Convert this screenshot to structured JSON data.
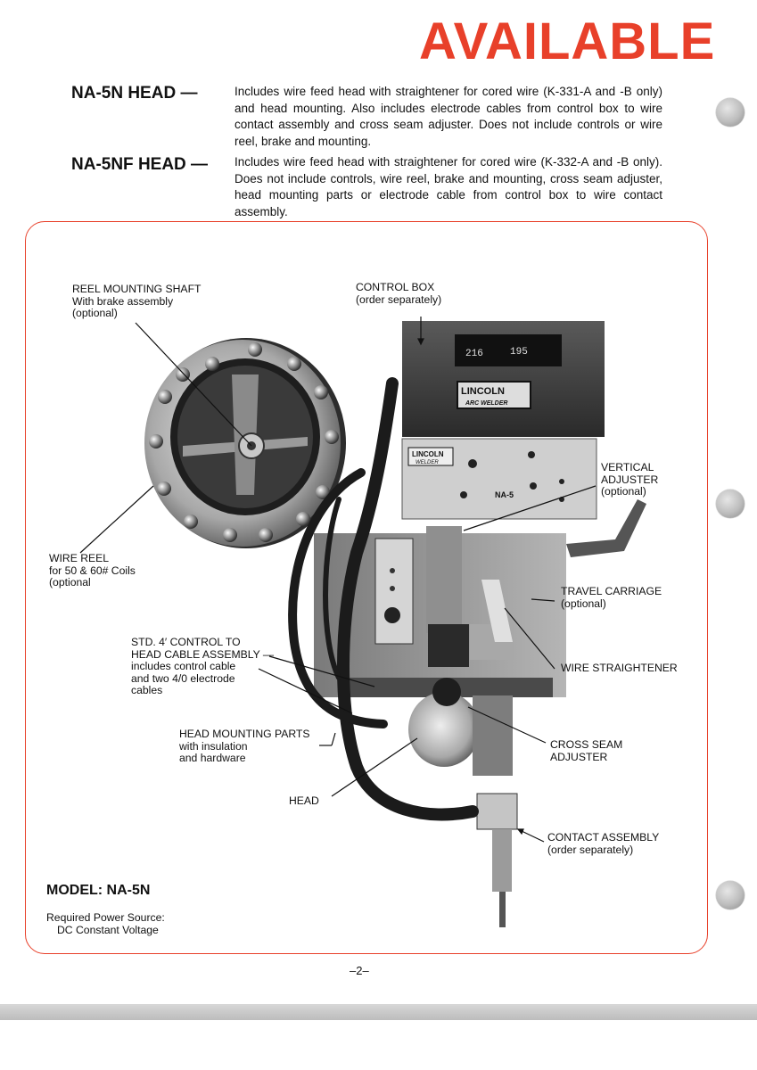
{
  "header": {
    "title": "AVAILABLE"
  },
  "heads": [
    {
      "label": "NA-5N HEAD —",
      "description": "Includes wire feed head with straightener for cored wire (K-331-A and -B only) and head mounting. Also includes electrode cables from control box to wire contact assembly and cross seam adjuster. Does not include controls or wire reel, brake and mounting."
    },
    {
      "label": "NA-5NF HEAD —",
      "description": "Includes wire feed head with straightener for cored wire (K-332-A and -B only). Does not include controls, wire reel, brake and mounting, cross seam adjuster, head mounting parts or electrode cable from control box to wire contact assembly."
    }
  ],
  "photo": {
    "display_left": "216",
    "display_right": "195",
    "brand": "LINCOLN",
    "brand_sub": "ARC WELDER",
    "brand2": "LINCOLN",
    "brand2_sub": "WELDER",
    "model_plate": "NA-5"
  },
  "callouts": {
    "reel_shaft": [
      "REEL MOUNTING SHAFT",
      "With brake assembly",
      "(optional)"
    ],
    "control_box": [
      "CONTROL BOX",
      "(order separately)"
    ],
    "vertical_adjuster": [
      "VERTICAL",
      "ADJUSTER",
      "(optional)"
    ],
    "wire_reel": [
      "WIRE REEL",
      "for 50 & 60# Coils",
      "(optional"
    ],
    "travel_carriage": [
      "TRAVEL CARRIAGE",
      "(optional)"
    ],
    "cable_assembly": [
      "STD. 4′ CONTROL TO",
      "HEAD CABLE ASSEMBLY —",
      "includes control cable",
      "and two 4/0 electrode",
      "cables"
    ],
    "wire_straightener": [
      "WIRE STRAIGHTENER"
    ],
    "head_mounting": [
      "HEAD MOUNTING PARTS",
      "with insulation",
      "and hardware"
    ],
    "cross_seam": [
      "CROSS SEAM",
      "ADJUSTER"
    ],
    "head": [
      "HEAD"
    ],
    "contact_assembly": [
      "CONTACT ASSEMBLY",
      "(order separately)"
    ]
  },
  "model": {
    "label": "MODEL: NA-5N",
    "power_source_label": "Required Power Source:",
    "power_source_value": "DC Constant Voltage"
  },
  "page_number": "–2–"
}
